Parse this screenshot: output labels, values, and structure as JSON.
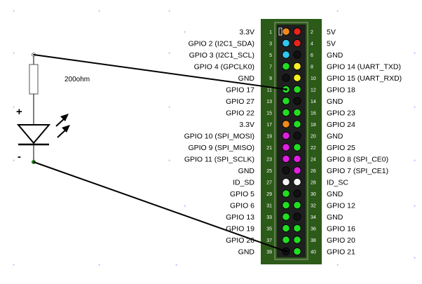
{
  "resistor": {
    "label": "200ohm"
  },
  "led": {
    "plus": "+",
    "minus": "-"
  },
  "colors": {
    "board": "#2c5a18",
    "header": "#1f1f1f",
    "power3v3": "#f08a1c",
    "power5v": "#e8241c",
    "i2c": "#30c8f0",
    "ground": "#111111",
    "gpio": "#22dd22",
    "uart": "#f8f020",
    "spi": "#e020e0",
    "idpin": "#f4f4f4",
    "wire": "#000000"
  },
  "header": {
    "rows": [
      {
        "left": "3.3V",
        "odd": "1",
        "even": "2",
        "right": "5V",
        "lc": "power3v3",
        "rc": "power5v"
      },
      {
        "left": "GPIO 2 (I2C1_SDA)",
        "odd": "3",
        "even": "4",
        "right": "5V",
        "lc": "i2c",
        "rc": "power5v"
      },
      {
        "left": "GPIO 3 (I2C1_SCL)",
        "odd": "5",
        "even": "6",
        "right": "GND",
        "lc": "i2c",
        "rc": "ground"
      },
      {
        "left": "GPIO 4 (GPCLK0)",
        "odd": "7",
        "even": "8",
        "right": "GPIO 14 (UART_TXD)",
        "lc": "gpio",
        "rc": "uart"
      },
      {
        "left": "GND",
        "odd": "9",
        "even": "10",
        "right": "GPIO 15 (UART_RXD)",
        "lc": "ground",
        "rc": "uart"
      },
      {
        "left": "GPIO 17",
        "odd": "11",
        "even": "12",
        "right": "GPIO 18",
        "lc": "gpio",
        "rc": "gpio"
      },
      {
        "left": "GPIO 27",
        "odd": "13",
        "even": "14",
        "right": "GND",
        "lc": "gpio",
        "rc": "ground"
      },
      {
        "left": "GPIO 22",
        "odd": "15",
        "even": "16",
        "right": "GPIO 23",
        "lc": "gpio",
        "rc": "gpio"
      },
      {
        "left": "3.3V",
        "odd": "17",
        "even": "18",
        "right": "GPIO 24",
        "lc": "power3v3",
        "rc": "gpio"
      },
      {
        "left": "GPIO 10 (SPI_MOSI)",
        "odd": "19",
        "even": "20",
        "right": "GND",
        "lc": "spi",
        "rc": "ground"
      },
      {
        "left": "GPIO 9 (SPI_MISO)",
        "odd": "21",
        "even": "22",
        "right": "GPIO 25",
        "lc": "spi",
        "rc": "gpio"
      },
      {
        "left": "GPIO 11 (SPI_SCLK)",
        "odd": "23",
        "even": "24",
        "right": "GPIO 8 (SPI_CE0)",
        "lc": "spi",
        "rc": "spi"
      },
      {
        "left": "GND",
        "odd": "25",
        "even": "26",
        "right": "GPIO 7 (SPI_CE1)",
        "lc": "ground",
        "rc": "spi"
      },
      {
        "left": "ID_SD",
        "odd": "27",
        "even": "28",
        "right": "ID_SC",
        "lc": "idpin",
        "rc": "idpin"
      },
      {
        "left": "GPIO 5",
        "odd": "29",
        "even": "30",
        "right": "GND",
        "lc": "gpio",
        "rc": "ground"
      },
      {
        "left": "GPIO 6",
        "odd": "31",
        "even": "32",
        "right": "GPIO 12",
        "lc": "gpio",
        "rc": "gpio"
      },
      {
        "left": "GPIO 13",
        "odd": "33",
        "even": "34",
        "right": "GND",
        "lc": "gpio",
        "rc": "ground"
      },
      {
        "left": "GPIO 19",
        "odd": "35",
        "even": "36",
        "right": "GPIO 16",
        "lc": "gpio",
        "rc": "gpio"
      },
      {
        "left": "GPIO 26",
        "odd": "37",
        "even": "38",
        "right": "GPIO 20",
        "lc": "gpio",
        "rc": "gpio"
      },
      {
        "left": "GND",
        "odd": "39",
        "even": "40",
        "right": "GPIO 21",
        "lc": "ground",
        "rc": "gpio"
      }
    ]
  },
  "connections": [
    {
      "from": "resistor-top",
      "to_pin": "11"
    },
    {
      "from": "led-cathode",
      "to_pin": "39"
    }
  ]
}
